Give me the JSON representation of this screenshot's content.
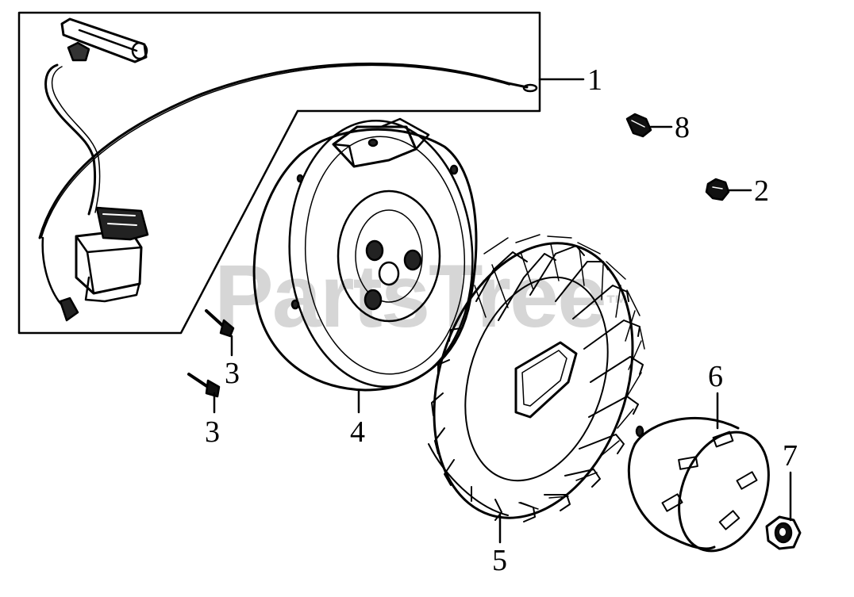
{
  "watermark": {
    "text": "PartsTree",
    "mark": "™"
  },
  "callouts": [
    {
      "id": "c1",
      "label": "1"
    },
    {
      "id": "c8",
      "label": "8"
    },
    {
      "id": "c2",
      "label": "2"
    },
    {
      "id": "c3a",
      "label": "3"
    },
    {
      "id": "c3b",
      "label": "3"
    },
    {
      "id": "c4",
      "label": "4"
    },
    {
      "id": "c6",
      "label": "6"
    },
    {
      "id": "c7",
      "label": "7"
    },
    {
      "id": "c5",
      "label": "5"
    }
  ]
}
